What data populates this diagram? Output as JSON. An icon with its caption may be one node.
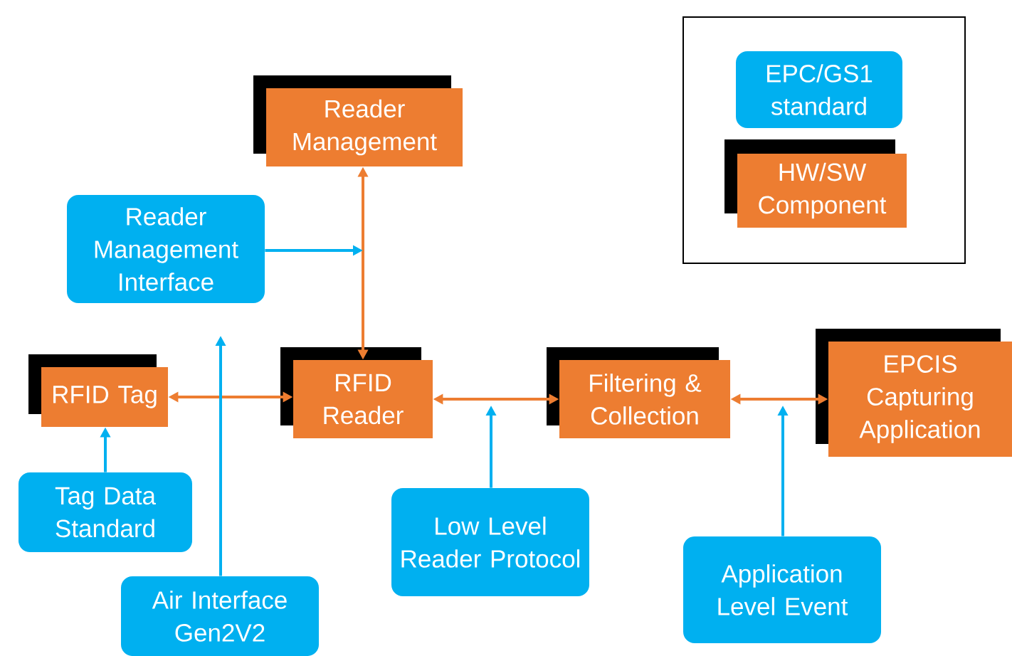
{
  "diagram": {
    "nodes": [
      {
        "text": [
          "Reader Management"
        ]
      },
      {
        "text": [
          "Reader Management Interface"
        ]
      },
      {
        "text": [
          "RFID Tag"
        ]
      },
      {
        "text": [
          "RFID Reader"
        ]
      },
      {
        "text": [
          "Filtering & Collection"
        ]
      },
      {
        "text": [
          "EPCIS Capturing Application"
        ]
      },
      {
        "text": [
          "Tag Data Standard"
        ]
      },
      {
        "text": [
          "Air Interface Gen2V2"
        ]
      },
      {
        "text": [
          "Low Level Reader Protocol"
        ]
      },
      {
        "text": [
          "Application Level Event"
        ]
      }
    ],
    "edges": [
      {
        "from": 2,
        "to": 3,
        "arrow": "both",
        "color": "#ed7d31"
      },
      {
        "from": 3,
        "to": 0,
        "arrow": "both",
        "color": "#ed7d31"
      },
      {
        "from": 3,
        "to": 4,
        "arrow": "both",
        "color": "#ed7d31"
      },
      {
        "from": 4,
        "to": 5,
        "arrow": "both",
        "color": "#ed7d31"
      },
      {
        "from": 1,
        "to": null,
        "arrow": "to"
      },
      {
        "from": 7,
        "to": null,
        "arrow": "to"
      },
      {
        "from": 6,
        "to": 2,
        "arrow": "to"
      },
      {
        "from": 8,
        "to": null,
        "arrow": "to"
      },
      {
        "from": 9,
        "to": null,
        "arrow": "to"
      }
    ],
    "legend": [
      {
        "text": "EPC/GS1 standard",
        "color": "#00b0f0"
      },
      {
        "text": "HW/SW Component",
        "color": "#ed7d31"
      }
    ]
  }
}
